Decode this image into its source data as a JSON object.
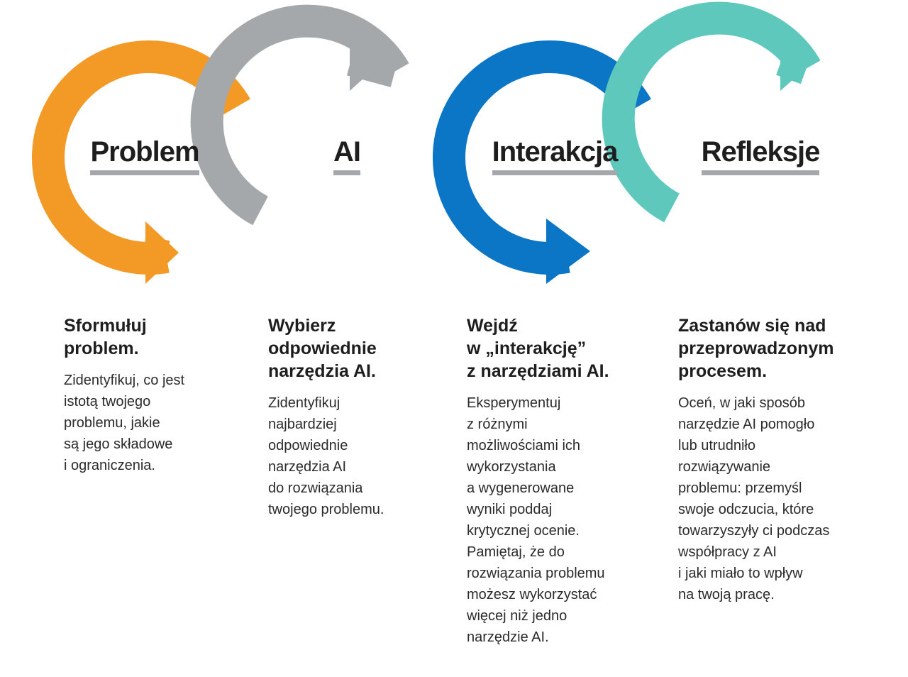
{
  "colors": {
    "problem": "#f39a26",
    "ai": "#a5a8ab",
    "interaction": "#0b76c5",
    "reflection": "#5ec8bd",
    "underline": "#a5a8ab",
    "text": "#1e1e1e"
  },
  "steps": [
    {
      "label": "Problem",
      "heading": "Sformułuj\nproblem.",
      "body": "Zidentyfikuj, co jest\nistotą twojego\nproblemu, jakie\nsą jego składowe\ni ograniczenia."
    },
    {
      "label": "AI",
      "heading": "Wybierz\nodpowiednie\nnarzędzia AI.",
      "body": "Zidentyfikuj\nnajbardziej\nodpowiednie\nnarzędzia AI\ndo rozwiązania\ntwojego problemu."
    },
    {
      "label": "Interakcja",
      "heading": "Wejdź\nw „interakcję”\nz narzędziami AI.",
      "body": "Eksperymentuj\nz różnymi\nmożliwościami ich\nwykorzystania\na wygenerowane\nwyniki poddaj\nkrytycznej ocenie.\nPamiętaj, że do\nrozwiązania problemu\nmożesz wykorzystać\nwięcej niż jedno\nnarzędzie AI."
    },
    {
      "label": "Refleksje",
      "heading": "Zastanów się nad\nprzeprowadzonym\nprocesem.",
      "body": "Oceń, w jaki sposób\nnarzędzie AI pomogło\nlub utrudniło\nrozwiązywanie\nproblemu: przemyśl\nswoje odczucia, które\ntowarzyszyły ci podczas\nwspółpracy z AI\ni jaki miało to wpływ\nna twoją pracę."
    }
  ]
}
